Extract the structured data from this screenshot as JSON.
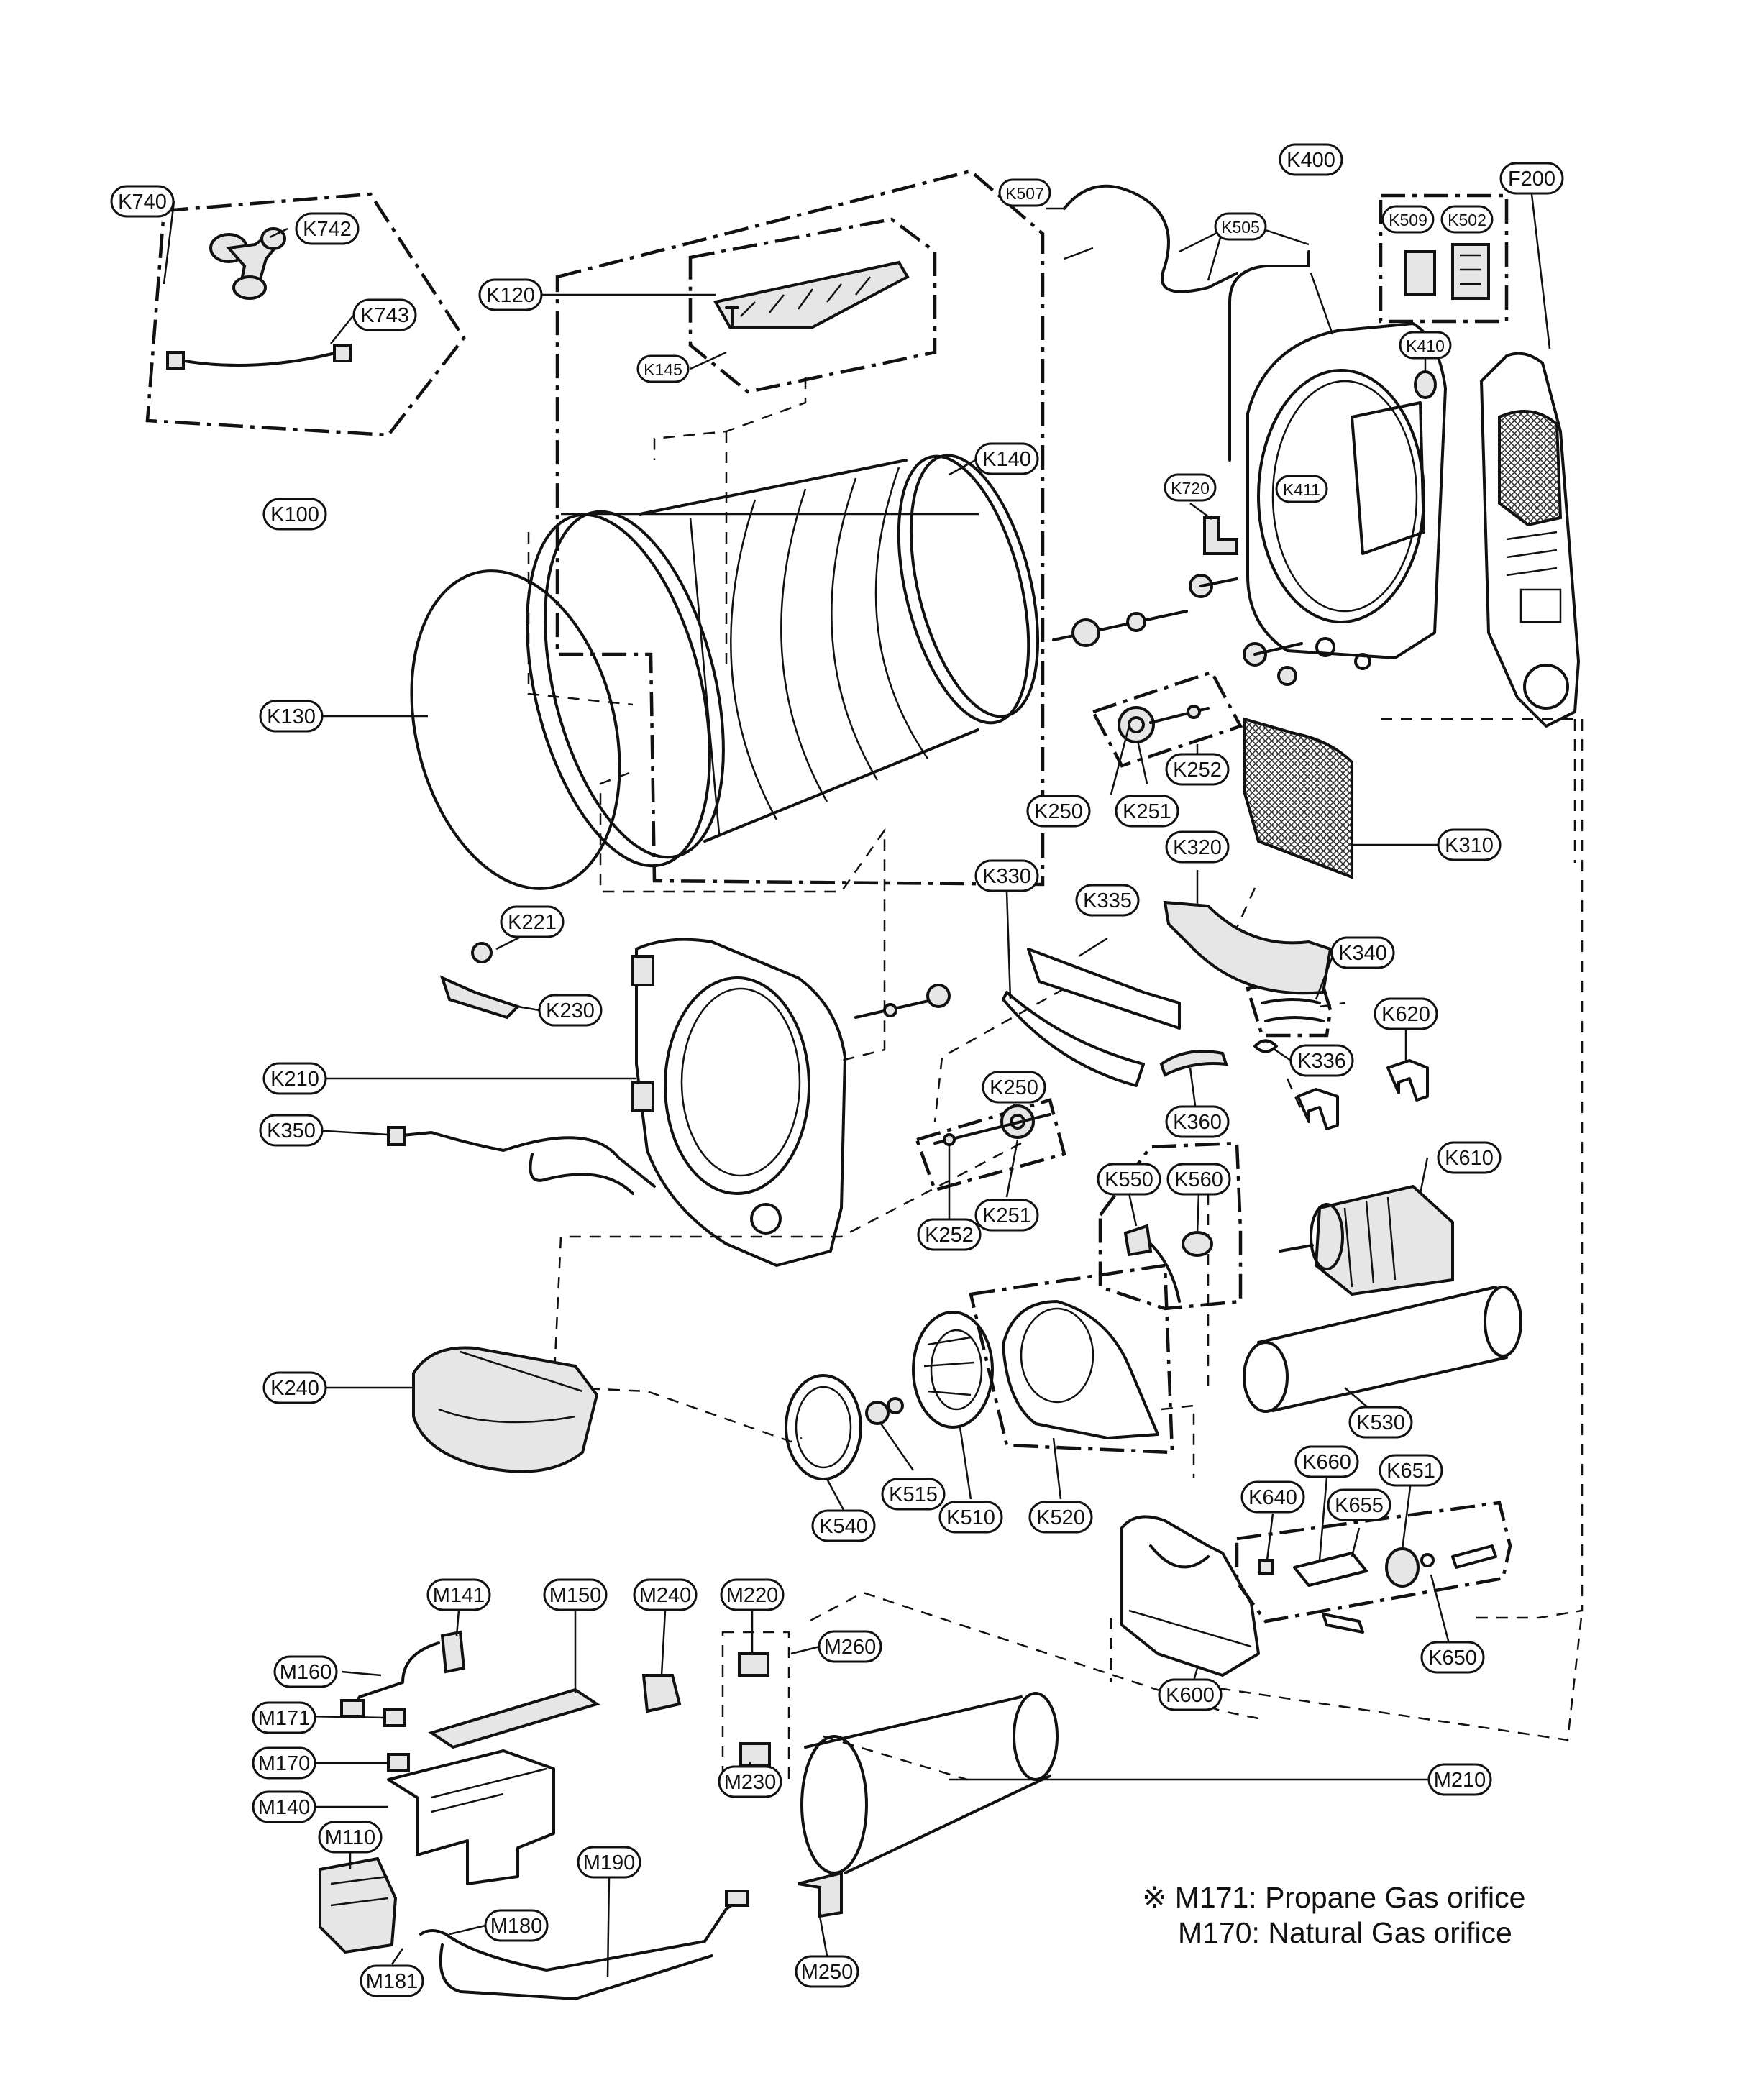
{
  "labels": [
    {
      "id": "K740",
      "text": "K740"
    },
    {
      "id": "K742",
      "text": "K742"
    },
    {
      "id": "K743",
      "text": "K743"
    },
    {
      "id": "K120",
      "text": "K120"
    },
    {
      "id": "K145",
      "text": "K145"
    },
    {
      "id": "K140",
      "text": "K140"
    },
    {
      "id": "K100",
      "text": "K100"
    },
    {
      "id": "K130",
      "text": "K130"
    },
    {
      "id": "K507",
      "text": "K507"
    },
    {
      "id": "K505",
      "text": "K505"
    },
    {
      "id": "K400",
      "text": "K400"
    },
    {
      "id": "K509",
      "text": "K509"
    },
    {
      "id": "K502",
      "text": "K502"
    },
    {
      "id": "F200",
      "text": "F200"
    },
    {
      "id": "K410",
      "text": "K410"
    },
    {
      "id": "K411",
      "text": "K411"
    },
    {
      "id": "K720",
      "text": "K720"
    },
    {
      "id": "K252a",
      "text": "K252"
    },
    {
      "id": "K250a",
      "text": "K250"
    },
    {
      "id": "K251a",
      "text": "K251"
    },
    {
      "id": "K310",
      "text": "K310"
    },
    {
      "id": "K320",
      "text": "K320"
    },
    {
      "id": "K330",
      "text": "K330"
    },
    {
      "id": "K335",
      "text": "K335"
    },
    {
      "id": "K340",
      "text": "K340"
    },
    {
      "id": "K221",
      "text": "K221"
    },
    {
      "id": "K230",
      "text": "K230"
    },
    {
      "id": "K620",
      "text": "K620"
    },
    {
      "id": "K336",
      "text": "K336"
    },
    {
      "id": "K210",
      "text": "K210"
    },
    {
      "id": "K360",
      "text": "K360"
    },
    {
      "id": "K250b",
      "text": "K250"
    },
    {
      "id": "K350",
      "text": "K350"
    },
    {
      "id": "K610",
      "text": "K610"
    },
    {
      "id": "K550",
      "text": "K550"
    },
    {
      "id": "K560",
      "text": "K560"
    },
    {
      "id": "K252b",
      "text": "K252"
    },
    {
      "id": "K251b",
      "text": "K251"
    },
    {
      "id": "K240",
      "text": "K240"
    },
    {
      "id": "K530",
      "text": "K530"
    },
    {
      "id": "K515",
      "text": "K515"
    },
    {
      "id": "K510",
      "text": "K510"
    },
    {
      "id": "K520",
      "text": "K520"
    },
    {
      "id": "K540",
      "text": "K540"
    },
    {
      "id": "K640",
      "text": "K640"
    },
    {
      "id": "K660",
      "text": "K660"
    },
    {
      "id": "K651",
      "text": "K651"
    },
    {
      "id": "K655",
      "text": "K655"
    },
    {
      "id": "M141",
      "text": "M141"
    },
    {
      "id": "M150",
      "text": "M150"
    },
    {
      "id": "M240",
      "text": "M240"
    },
    {
      "id": "M220",
      "text": "M220"
    },
    {
      "id": "M260",
      "text": "M260"
    },
    {
      "id": "M160",
      "text": "M160"
    },
    {
      "id": "K650",
      "text": "K650"
    },
    {
      "id": "K600",
      "text": "K600"
    },
    {
      "id": "M171",
      "text": "M171"
    },
    {
      "id": "M170",
      "text": "M170"
    },
    {
      "id": "M210",
      "text": "M210"
    },
    {
      "id": "M140",
      "text": "M140"
    },
    {
      "id": "M230",
      "text": "M230"
    },
    {
      "id": "M110",
      "text": "M110"
    },
    {
      "id": "M190",
      "text": "M190"
    },
    {
      "id": "M180",
      "text": "M180"
    },
    {
      "id": "M181",
      "text": "M181"
    },
    {
      "id": "M250",
      "text": "M250"
    }
  ],
  "notes": {
    "line1": "※ M171: Propane Gas orifice",
    "line2": "M170: Natural Gas orifice"
  }
}
